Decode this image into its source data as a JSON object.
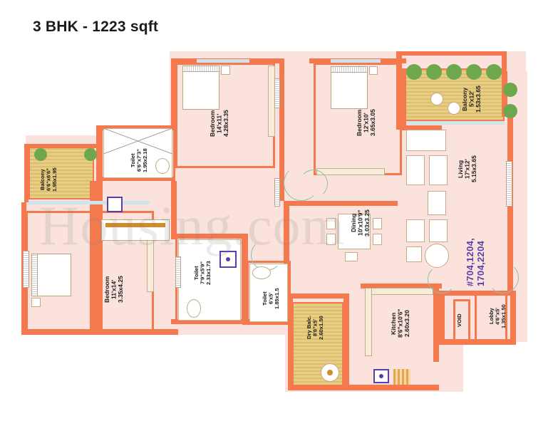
{
  "title": "3 BHK - 1223 sqft",
  "watermark": "Housing.com",
  "unit_numbers": "#704,1204,\n1704,2204",
  "colors": {
    "wall": "#f4794f",
    "floor": "#fbe2dc",
    "deck": "#e8cd84",
    "unit_text": "#5b3fa8",
    "plant": "#6ea84e",
    "glass": "#cfe3ea",
    "title_text": "#1b1b1b",
    "watermark_text": "#c8c8c8"
  },
  "rooms": [
    {
      "id": "bedroom-top-left",
      "name": "Bedroom",
      "dim_ft": "14'x11'",
      "dim_m": "4.28x3.35"
    },
    {
      "id": "bedroom-top-mid",
      "name": "Bedroom",
      "dim_ft": "12'x10'",
      "dim_m": "3.65x3.05"
    },
    {
      "id": "bedroom-bottom",
      "name": "Bedroom",
      "dim_ft": "11'x14'",
      "dim_m": "3.35x4.25"
    },
    {
      "id": "living",
      "name": "Living",
      "dim_ft": "17'x12'",
      "dim_m": "5.15x3.65"
    },
    {
      "id": "dining",
      "name": "Dining",
      "dim_ft": "10'x10'9\"",
      "dim_m": "3.03x3.25"
    },
    {
      "id": "kitchen",
      "name": "Kitchen",
      "dim_ft": "8'6\"x10'6\"",
      "dim_m": "2.60x3.20"
    },
    {
      "id": "lobby",
      "name": "Lobby",
      "dim_ft": "4'6\"x5'",
      "dim_m": "1.35x1.50"
    },
    {
      "id": "toilet-top-left",
      "name": "Toilet",
      "dim_ft": "6'6\"x7'3\"",
      "dim_m": "1.95x2.18"
    },
    {
      "id": "toilet-mid",
      "name": "Toilet",
      "dim_ft": "7'9\"x5'9\"",
      "dim_m": "2.33x1.73"
    },
    {
      "id": "toilet-bottom",
      "name": "Toilet",
      "dim_ft": "6'x5'",
      "dim_m": "1.85x1.5"
    },
    {
      "id": "balcony-left",
      "name": "Balcony",
      "dim_ft": "6'6\"x6'6\"",
      "dim_m": "1.95x1.95"
    },
    {
      "id": "balcony-top",
      "name": "Balcony",
      "dim_ft": "5'x12'",
      "dim_m": "1.53x3.65"
    },
    {
      "id": "dry-balcony",
      "name": "Dry Balc.",
      "dim_ft": "8'6\"x5'",
      "dim_m": "2.60x1.50"
    },
    {
      "id": "void",
      "name": "VOID",
      "dim_ft": "",
      "dim_m": ""
    }
  ],
  "labels": {
    "bedroom_top_left": "Bedroom\n14'x11'\n4.28x3.35",
    "bedroom_top_mid": "Bedroom\n12'x10'\n3.65x3.05",
    "bedroom_bottom": "Bedroom\n11'x14'\n3.35x4.25",
    "living": "Living\n17'x12'\n5.15x3.65",
    "dining": "Dining\n10'x10'9\"\n3.03x3.25",
    "kitchen": "Kitchen\n8'6\"x10'6\"\n2.60x3.20",
    "lobby": "Lobby\n4'6\"x5'\n1.35x1.50",
    "toilet_top_left": "Toilet\n6'6\"x7'3\"\n1.95x2.18",
    "toilet_mid": "Toilet\n7'9\"x5'9\"\n2.33x1.73",
    "toilet_bottom": "Toilet\n6'x5'\n1.85x1.5",
    "balcony_left": "Balcony\n6'6\"x6'6\"\n1.95x1.95",
    "balcony_top": "Balcony\n5'x12'\n1.53x3.65",
    "dry_balcony": "Dry Balc.\n8'6\"x5'\n2.60x1.50",
    "void": "VOID"
  }
}
